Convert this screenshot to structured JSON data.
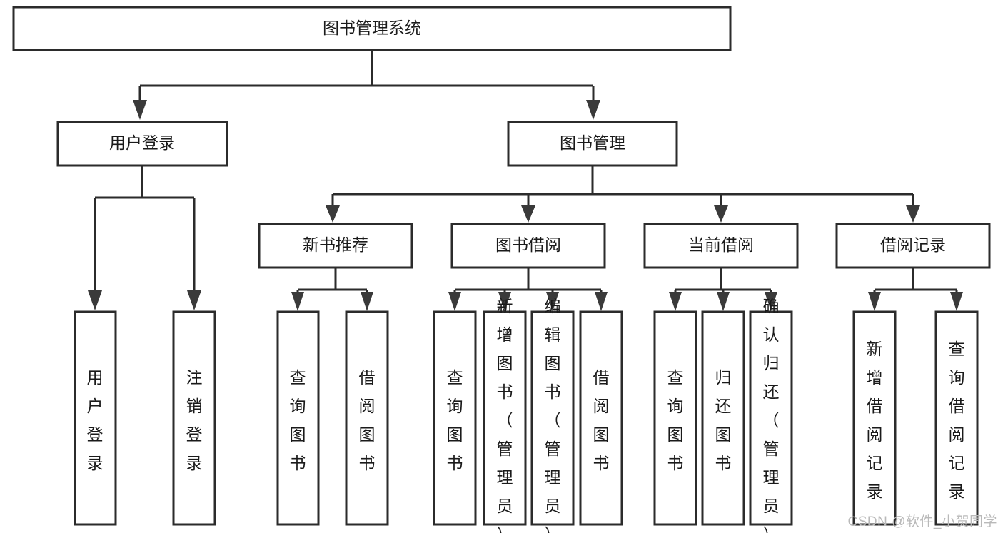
{
  "diagram": {
    "type": "tree",
    "title_node": {
      "label": "图书管理系统"
    },
    "watermark": "CSDN @软件_小贺同学",
    "colors": {
      "box_stroke": "#2b2b2b",
      "box_fill": "#ffffff",
      "line": "#2b2b2b",
      "arrow": "#3a3a3a",
      "text": "#1a1a1a",
      "watermark": "#b9b9b9",
      "background": "#ffffff"
    },
    "level1": [
      {
        "label": "用户登录"
      },
      {
        "label": "图书管理"
      }
    ],
    "level2": [
      {
        "label": "新书推荐"
      },
      {
        "label": "图书借阅"
      },
      {
        "label": "当前借阅"
      },
      {
        "label": "借阅记录"
      }
    ],
    "leaves": {
      "user_login": [
        {
          "label": "用户登录"
        },
        {
          "label": "注销登录"
        }
      ],
      "new_book_recommend": [
        {
          "label": "查询图书"
        },
        {
          "label": "借阅图书"
        }
      ],
      "book_borrow": [
        {
          "label": "查询图书"
        },
        {
          "label": "新增图书（管理员）"
        },
        {
          "label": "编辑图书（管理员）"
        },
        {
          "label": "借阅图书"
        }
      ],
      "current_borrow": [
        {
          "label": "查询图书"
        },
        {
          "label": "归还图书"
        },
        {
          "label": "确认归还（管理员）"
        }
      ],
      "borrow_record": [
        {
          "label": "新增借阅记录"
        },
        {
          "label": "查询借阅记录"
        }
      ]
    }
  }
}
